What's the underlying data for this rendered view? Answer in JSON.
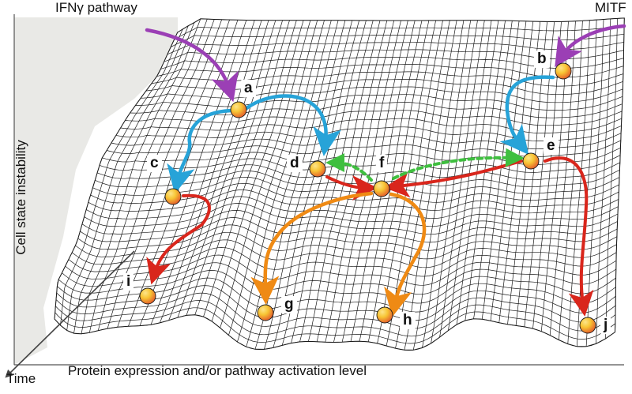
{
  "labels": {
    "x_axis": "Protein expression and/or pathway activation level",
    "y_axis": "Cell state instability",
    "time_axis": "Time",
    "input_left": "IFNγ pathway",
    "input_right": "MITF"
  },
  "nodes": [
    {
      "id": "a",
      "label": "a"
    },
    {
      "id": "b",
      "label": "b"
    },
    {
      "id": "c",
      "label": "c"
    },
    {
      "id": "d",
      "label": "d"
    },
    {
      "id": "e",
      "label": "e"
    },
    {
      "id": "f",
      "label": "f"
    },
    {
      "id": "g",
      "label": "g"
    },
    {
      "id": "h",
      "label": "h"
    },
    {
      "id": "i",
      "label": "i"
    },
    {
      "id": "j",
      "label": "j"
    }
  ],
  "colors": {
    "input_arrow": "#9b3fb5",
    "blue_arrow": "#27a3d8",
    "red_arrow": "#d9261c",
    "orange_arrow": "#ef8a14",
    "green_dashed_arrow": "#3fbf3f",
    "ball_top": "#f7c434",
    "ball_bottom": "#e3582a",
    "grid_line": "#1a1a1a",
    "left_panel": "#e9e9e6"
  }
}
